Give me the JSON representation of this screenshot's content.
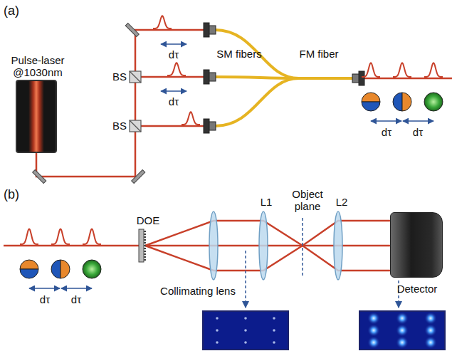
{
  "diagram": {
    "nodes": [
      {
        "text": [
          "Pulse-laser @1030nm"
        ]
      },
      {
        "text": [
          "Detector"
        ]
      }
    ],
    "labels": [
      "(a)",
      "BS",
      "BS",
      "dτ",
      "dτ",
      "SM fibers",
      "FM fiber",
      "dτ",
      "dτ",
      "(b)",
      "dτ",
      "dτ",
      "DOE",
      "Collimating lens",
      "L1",
      "Object plane",
      "L2"
    ]
  }
}
